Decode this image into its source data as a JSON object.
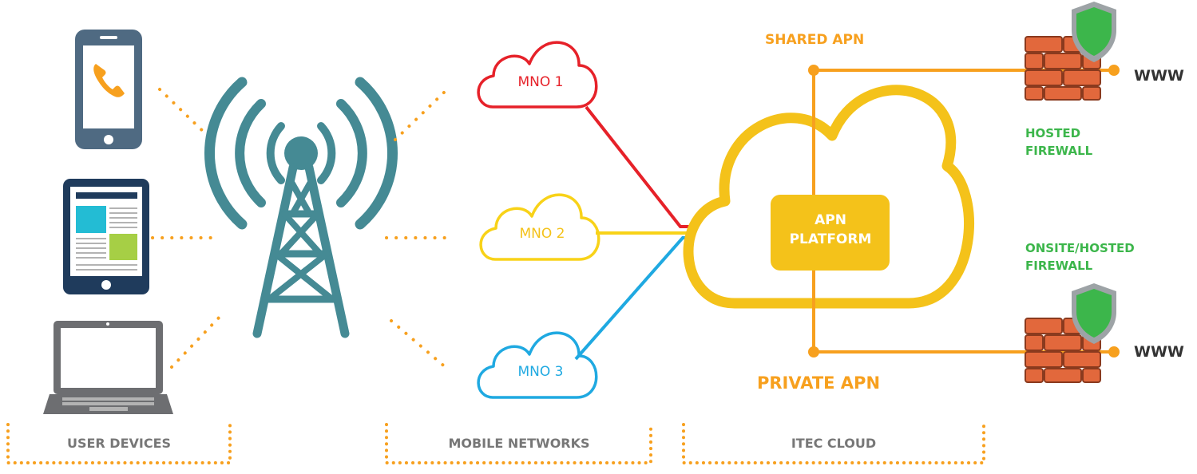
{
  "diagram": {
    "mno_labels": [
      "MNO 1",
      "MNO 2",
      "MNO 3"
    ],
    "shared_apn": "SHARED APN",
    "private_apn": "PRIVATE APN",
    "apn_platform_line1": "APN",
    "apn_platform_line2": "PLATFORM",
    "hosted_firewall_line1": "HOSTED",
    "hosted_firewall_line2": "FIREWALL",
    "onsite_firewall_line1": "ONSITE/HOSTED",
    "onsite_firewall_line2": "FIREWALL",
    "www_top": "WWW",
    "www_bottom": "WWW",
    "section_user_devices": "USER DEVICES",
    "section_mobile_networks": "MOBILE NETWORKS",
    "section_itec_cloud": "ITEC CLOUD",
    "icons": [
      "smartphone-icon",
      "tablet-icon",
      "laptop-icon",
      "cell-tower-icon",
      "cloud-icon",
      "firewall-icon",
      "shield-icon"
    ],
    "colors": {
      "mno1": "#e62129",
      "mno2": "#f8d218",
      "mno3": "#1fa9e1",
      "cloud": "#f4c21a",
      "orange": "#f7a01e",
      "tower": "#458a94",
      "device_frame": "#4f6a82",
      "tablet_frame": "#1f3b5c",
      "green": "#3cb64b",
      "brick": "#e2683c"
    }
  }
}
